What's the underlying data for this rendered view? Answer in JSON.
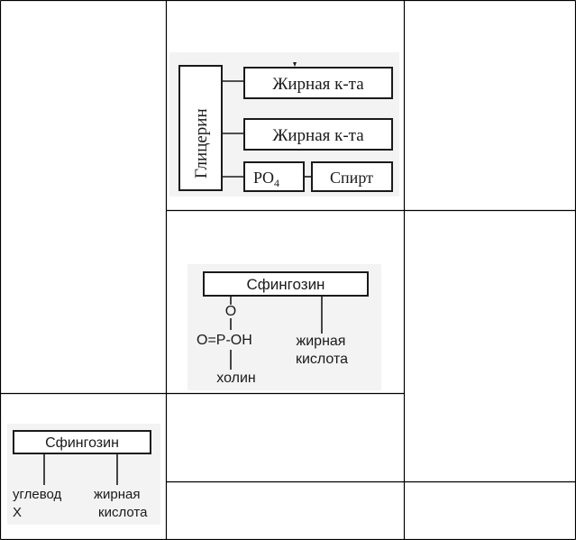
{
  "glycerophospholipid": {
    "glycerol": "Глицерин",
    "fatty_acid_1": "Жирная к-та",
    "fatty_acid_2": "Жирная к-та",
    "phosphate": "PO",
    "phosphate_sub": "4",
    "alcohol": "Спирт"
  },
  "sphingomyelin": {
    "sphingosine": "Сфингозин",
    "oxygen": "O",
    "phosphate_group": "O=P-OH",
    "choline": "холин",
    "fatty_acid_line1": "жирная",
    "fatty_acid_line2": "кислота"
  },
  "glycosphingolipid": {
    "sphingosine": "Сфингозин",
    "carbohydrate_line1": "углевод",
    "carbohydrate_line2": "X",
    "fatty_acid_line1": "жирная",
    "fatty_acid_line2": "кислота"
  }
}
